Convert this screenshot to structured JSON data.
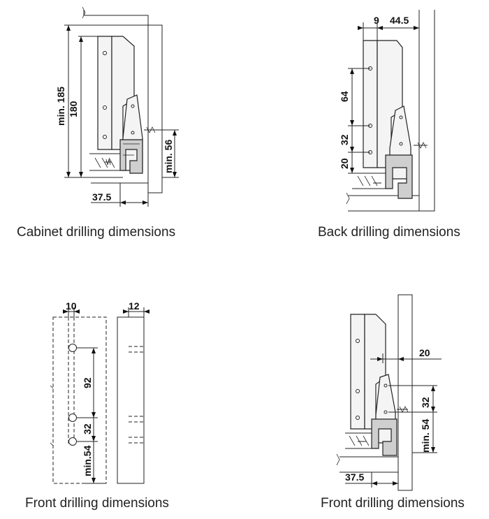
{
  "panels": [
    {
      "caption": "Cabinet drilling dimensions",
      "dims": {
        "min185": "min. 185",
        "d180": "180",
        "min56": "min. 56",
        "d37_5": "37.5"
      }
    },
    {
      "caption": "Back drilling dimensions",
      "dims": {
        "d9": "9",
        "d44_5": "44.5",
        "d64": "64",
        "d32": "32",
        "d20": "20"
      }
    },
    {
      "caption": "Front drilling dimensions",
      "dims": {
        "d10": "10",
        "d12": "12",
        "d92": "92",
        "d32": "32",
        "min54": "min.54"
      }
    },
    {
      "caption": "Front drilling dimensions",
      "dims": {
        "d20": "20",
        "d32": "32",
        "min54": "min. 54",
        "d37_5": "37.5"
      }
    }
  ]
}
